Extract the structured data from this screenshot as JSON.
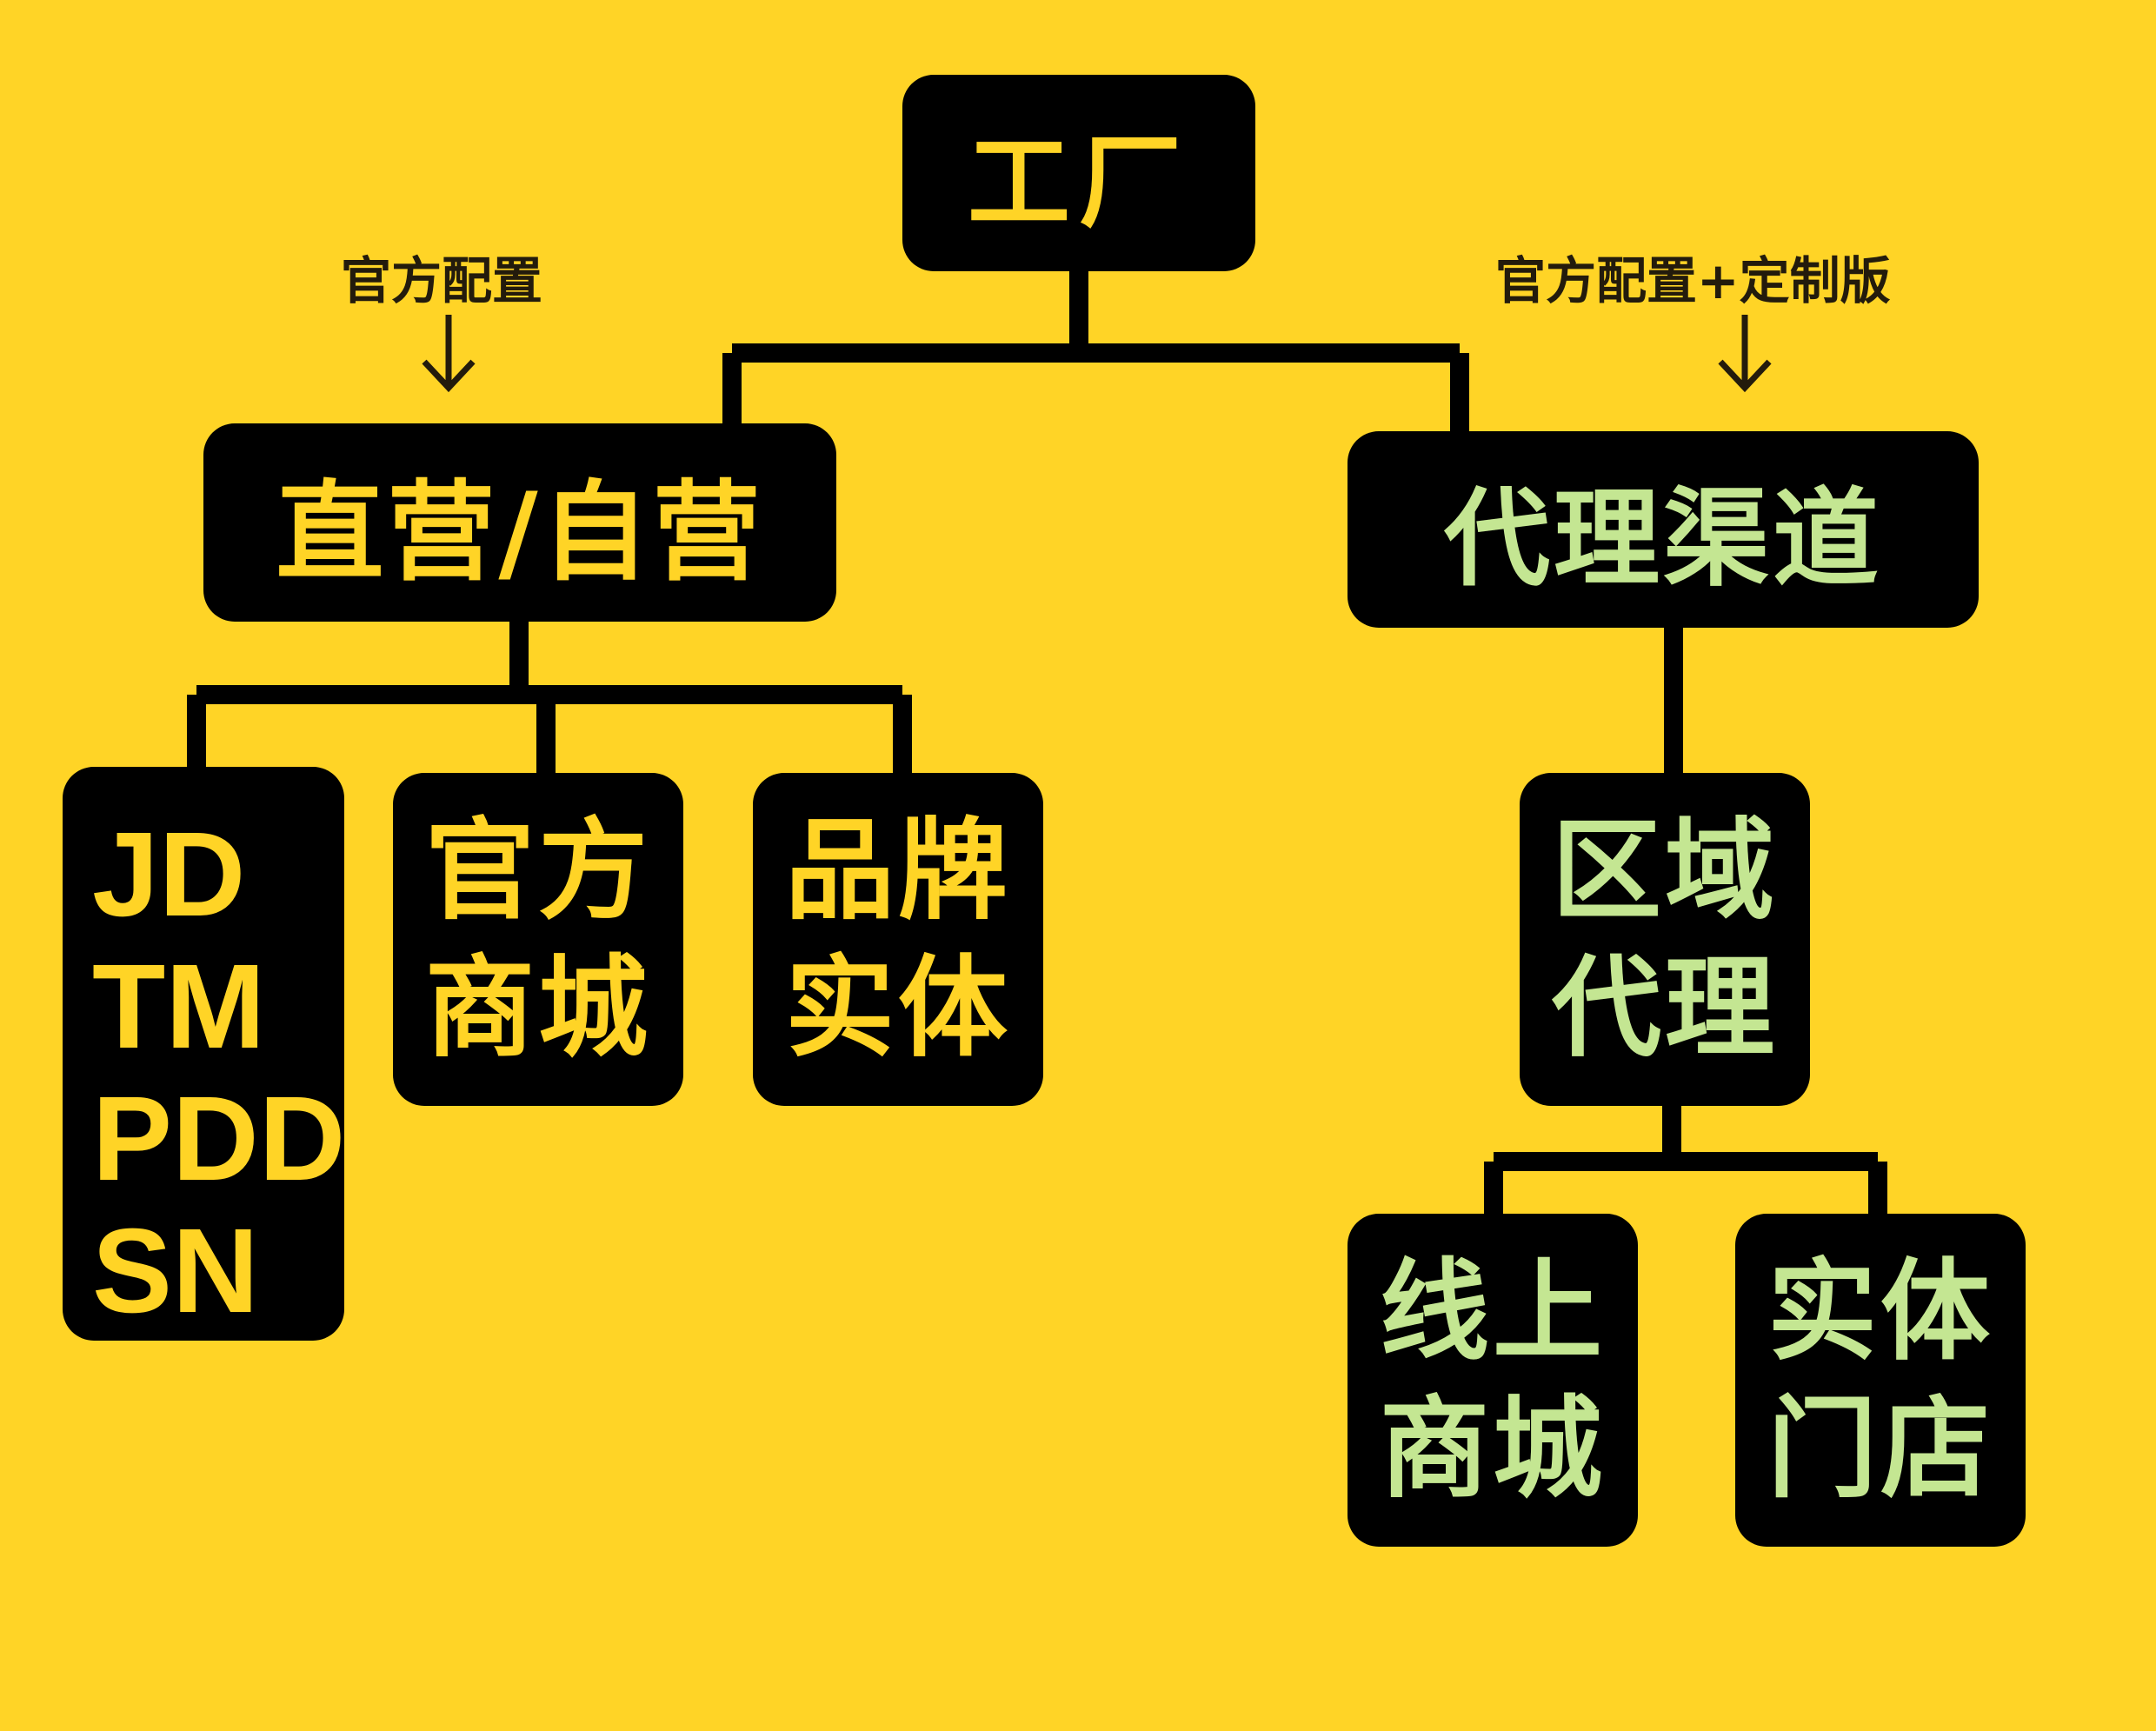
{
  "colors": {
    "background": "#FFD426",
    "node_fill": "#000000",
    "text_yellow": "#FFD426",
    "text_green": "#C4E692",
    "annotation": "#231b0c",
    "connector": "#000000"
  },
  "root": {
    "label": "工厂"
  },
  "annotations": {
    "left": "官方配置",
    "right": "官方配置+定制版",
    "arrow_icon": "arrow-down-icon"
  },
  "branches": {
    "direct": {
      "label": "直营/自营",
      "children": {
        "platforms": [
          "JD",
          "TM",
          "PDD",
          "SN"
        ],
        "official_mall": {
          "line1": "官方",
          "line2": "商城"
        },
        "brand_store": {
          "line1": "品牌",
          "line2": "实体"
        }
      }
    },
    "agent": {
      "label": "代理渠道",
      "children": {
        "regional_agent": {
          "line1": "区域",
          "line2": "代理",
          "children": {
            "online_mall": {
              "line1": "线上",
              "line2": "商城"
            },
            "physical_store": {
              "line1": "实体",
              "line2": "门店"
            }
          }
        }
      }
    }
  }
}
